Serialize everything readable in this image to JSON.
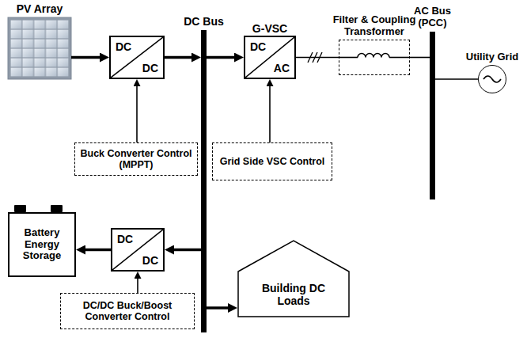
{
  "diagram": {
    "nodes": [
      {
        "text": [
          "PV Array"
        ]
      },
      {
        "text": [
          "DC",
          "DC"
        ]
      },
      {
        "text": [
          "DC Bus"
        ]
      },
      {
        "text": [
          "G-VSC",
          "DC",
          "AC"
        ]
      },
      {
        "text": [
          "Filter & Coupling Transformer"
        ]
      },
      {
        "text": [
          "AC Bus (PCC)"
        ]
      },
      {
        "text": [
          "Utility Grid"
        ]
      },
      {
        "text": [
          "Buck Converter Control (MPPT)"
        ]
      },
      {
        "text": [
          "Grid Side VSC Control"
        ]
      },
      {
        "text": [
          "Battery Energy Storage"
        ]
      },
      {
        "text": [
          "DC",
          "DC"
        ]
      },
      {
        "text": [
          "DC/DC Buck/Boost Converter Control"
        ]
      },
      {
        "text": [
          "Building DC Loads"
        ]
      }
    ],
    "edges": [
      {
        "from": 0,
        "to": 1,
        "arrow": "to"
      },
      {
        "from": 1,
        "to": 2,
        "arrow": "to"
      },
      {
        "from": 2,
        "to": 3,
        "arrow": "to"
      },
      {
        "from": 3,
        "to": 4,
        "arrow": "none"
      },
      {
        "from": 4,
        "to": 5,
        "arrow": "none"
      },
      {
        "from": 5,
        "to": 6,
        "arrow": "none"
      },
      {
        "from": 7,
        "to": 1,
        "arrow": "to"
      },
      {
        "from": 8,
        "to": 3,
        "arrow": "to"
      },
      {
        "from": 2,
        "to": 10,
        "arrow": "to"
      },
      {
        "from": 10,
        "to": 9,
        "arrow": "to"
      },
      {
        "from": 11,
        "to": 10,
        "arrow": "to"
      },
      {
        "from": 2,
        "to": 12,
        "arrow": "to"
      }
    ]
  }
}
